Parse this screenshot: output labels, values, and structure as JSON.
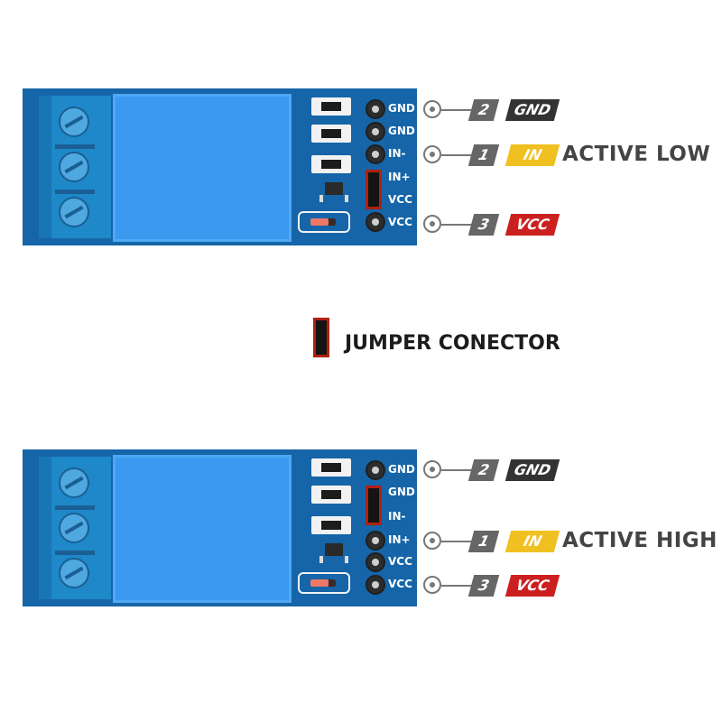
{
  "colors": {
    "board": "#1565a8",
    "gnd_tag": "#333333",
    "in_tag": "#f0c020",
    "vcc_tag": "#cc2020",
    "jumper_border": "#b02010"
  },
  "pin_labels": [
    "GND",
    "GND",
    "IN-",
    "IN+",
    "VCC",
    "VCC"
  ],
  "callouts": {
    "gnd": {
      "number": "2",
      "name": "GND"
    },
    "in": {
      "number": "1",
      "name": "IN"
    },
    "vcc": {
      "number": "3",
      "name": "VCC"
    }
  },
  "diagrams": [
    {
      "mode": "ACTIVE LOW"
    },
    {
      "mode": "ACTIVE HIGH"
    }
  ],
  "legend": {
    "label": "JUMPER CONECTOR"
  }
}
